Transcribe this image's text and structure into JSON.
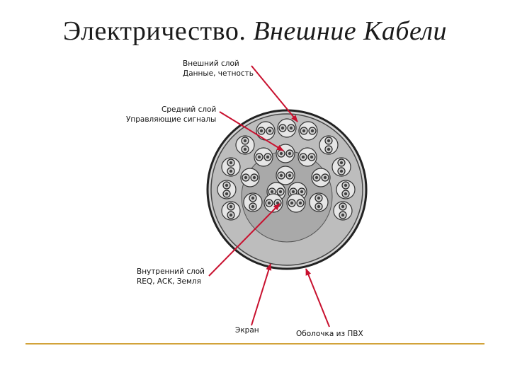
{
  "slide": {
    "title_plain": "Электричество. ",
    "title_italic": "Внешние Кабели",
    "accent_color": "#d2a33a"
  },
  "diagram": {
    "labels": {
      "outer_layer": [
        "Внешний слой",
        "Данные, четность"
      ],
      "middle_layer": [
        "Средний слой",
        "Управляющие сигналы"
      ],
      "inner_layer": [
        "Внутренний слой",
        "REQ, ACK, Земля"
      ],
      "shield": "Экран",
      "jacket": "Оболочка из ПВХ"
    },
    "colors": {
      "arrow": "#c8102e",
      "cable_fill": "#bdbdbd",
      "cable_outline": "#222222",
      "inner_core": "#a9a9a9",
      "wire_fill": "#e6e6e6"
    }
  }
}
